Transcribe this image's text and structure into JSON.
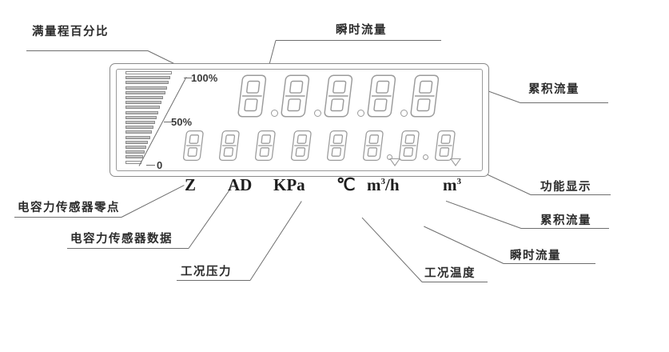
{
  "diagram": {
    "title": "LCD Display Panel Annotated Diagram",
    "panel": {
      "bargraph": {
        "name": "full-scale-bargraph",
        "segment_count": 19,
        "filled_count": 18,
        "scale_labels": [
          {
            "text": "100%",
            "value": 100
          },
          {
            "text": "50%",
            "value": 50
          },
          {
            "text": "0",
            "value": 0
          }
        ]
      },
      "primary_display": {
        "name": "instantaneous-flow-display",
        "digit_count": 5,
        "digits": [
          "8",
          "8",
          "8",
          "8",
          "8"
        ],
        "decimal_points": 4
      },
      "secondary_display": {
        "name": "totalized-flow-display",
        "digit_count": 8,
        "digits": [
          "8",
          "8",
          "8",
          "8",
          "8",
          "8",
          "8",
          "8"
        ],
        "decimal_points": 2
      },
      "markers": [
        {
          "name": "function-marker",
          "glyph": "triangle-down"
        },
        {
          "name": "totalizer-marker",
          "glyph": "triangle-down"
        }
      ]
    },
    "units_row": [
      {
        "label": "Z",
        "sup": ""
      },
      {
        "label": "AD",
        "sup": ""
      },
      {
        "label": "KPa",
        "sup": ""
      },
      {
        "label": "℃",
        "sup": ""
      },
      {
        "label": "m",
        "sup": "3",
        "suffix": "/h"
      },
      {
        "label": "m",
        "sup": "3",
        "suffix": ""
      }
    ],
    "annotations": [
      {
        "id": "a1",
        "text": "满量程百分比",
        "meaning": "full-scale-percentage"
      },
      {
        "id": "a2",
        "text": "瞬时流量",
        "meaning": "instantaneous-flow"
      },
      {
        "id": "a3",
        "text": "累积流量",
        "meaning": "totalized-flow"
      },
      {
        "id": "a4",
        "text": "功能显示",
        "meaning": "function-display"
      },
      {
        "id": "a5",
        "text": "累积流量",
        "meaning": "totalized-flow"
      },
      {
        "id": "a6",
        "text": "瞬时流量",
        "meaning": "instantaneous-flow"
      },
      {
        "id": "a7",
        "text": "工况温度",
        "meaning": "operating-temperature"
      },
      {
        "id": "a8",
        "text": "工况压力",
        "meaning": "operating-pressure"
      },
      {
        "id": "a9",
        "text": "电容力传感器数据",
        "meaning": "capacitive-sensor-data"
      },
      {
        "id": "a10",
        "text": "电容力传感器零点",
        "meaning": "capacitive-sensor-zero"
      }
    ],
    "colors": {
      "line": "#6e6e6e",
      "text": "#2b2b2b",
      "segment_stroke": "#9b9b9b",
      "bar_fill": "#b4b4b4"
    }
  }
}
